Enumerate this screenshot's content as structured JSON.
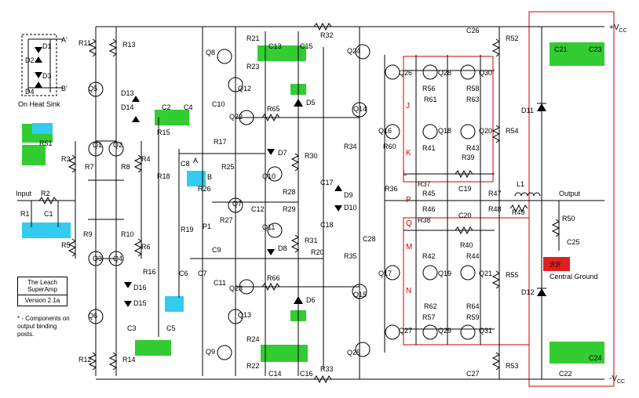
{
  "title_box": {
    "name": "The Leach SuperAmp",
    "version": "Version 2.1a"
  },
  "notes": {
    "heatsink": "On Heat Sink",
    "asterisk": "* - Components on output binding posts.",
    "ground": "Central Ground"
  },
  "rails": {
    "pos": "+V",
    "neg": "-V",
    "sub": "CC"
  },
  "io": {
    "input": "Input",
    "output": "Output"
  },
  "heatsink_labels": [
    "A'",
    "B'",
    "A",
    "B",
    "D1",
    "D2",
    "D3",
    "D4"
  ],
  "test_points": [
    "J",
    "K",
    "L",
    "P",
    "Q",
    "M",
    "N"
  ],
  "transistors": [
    "Q1",
    "Q2",
    "Q3",
    "Q4",
    "Q5",
    "Q6",
    "Q7",
    "Q8",
    "Q9",
    "Q10",
    "Q11",
    "Q12",
    "Q13",
    "Q14",
    "Q15",
    "Q16",
    "Q17",
    "Q18",
    "Q19",
    "Q20",
    "Q21",
    "Q22",
    "Q23",
    "Q24",
    "Q25",
    "Q26",
    "Q27",
    "Q28",
    "Q29",
    "Q30",
    "Q31"
  ],
  "resistors": [
    "R1",
    "R2",
    "R3",
    "R4",
    "R5",
    "R6",
    "R7",
    "R8",
    "R9",
    "R10",
    "R11",
    "R12",
    "R13",
    "R14",
    "R15",
    "R16",
    "R17",
    "R18",
    "R19",
    "R20",
    "R21",
    "R22",
    "R23",
    "R24",
    "R25",
    "R26",
    "R27",
    "R28",
    "R29",
    "R30",
    "R31",
    "R32",
    "R33",
    "R34",
    "R35",
    "R36",
    "R37",
    "R38",
    "R39",
    "R40",
    "R41",
    "R42",
    "R43",
    "R44",
    "R45",
    "R46",
    "R47",
    "R48",
    "R49",
    "R50",
    "R51",
    "R52",
    "R53",
    "R54",
    "R55",
    "R56",
    "R57",
    "R58",
    "R59",
    "R60",
    "R61",
    "R62",
    "R63",
    "R64",
    "R65",
    "R66",
    "P1"
  ],
  "capacitors": [
    "C1",
    "C2",
    "C3",
    "C4",
    "C5",
    "C6",
    "C7",
    "C8",
    "C9",
    "C10",
    "C11",
    "C12",
    "C13",
    "C14",
    "C15",
    "C16",
    "C17",
    "C18",
    "C19",
    "C20",
    "C21",
    "C22",
    "C23",
    "C24",
    "C25",
    "C26",
    "C27",
    "C28"
  ],
  "diodes": [
    "D5",
    "D6",
    "D7",
    "D8",
    "D9",
    "D10",
    "D11",
    "D12",
    "D13",
    "D14",
    "D15",
    "D16"
  ],
  "inductors": [
    "L1"
  ]
}
